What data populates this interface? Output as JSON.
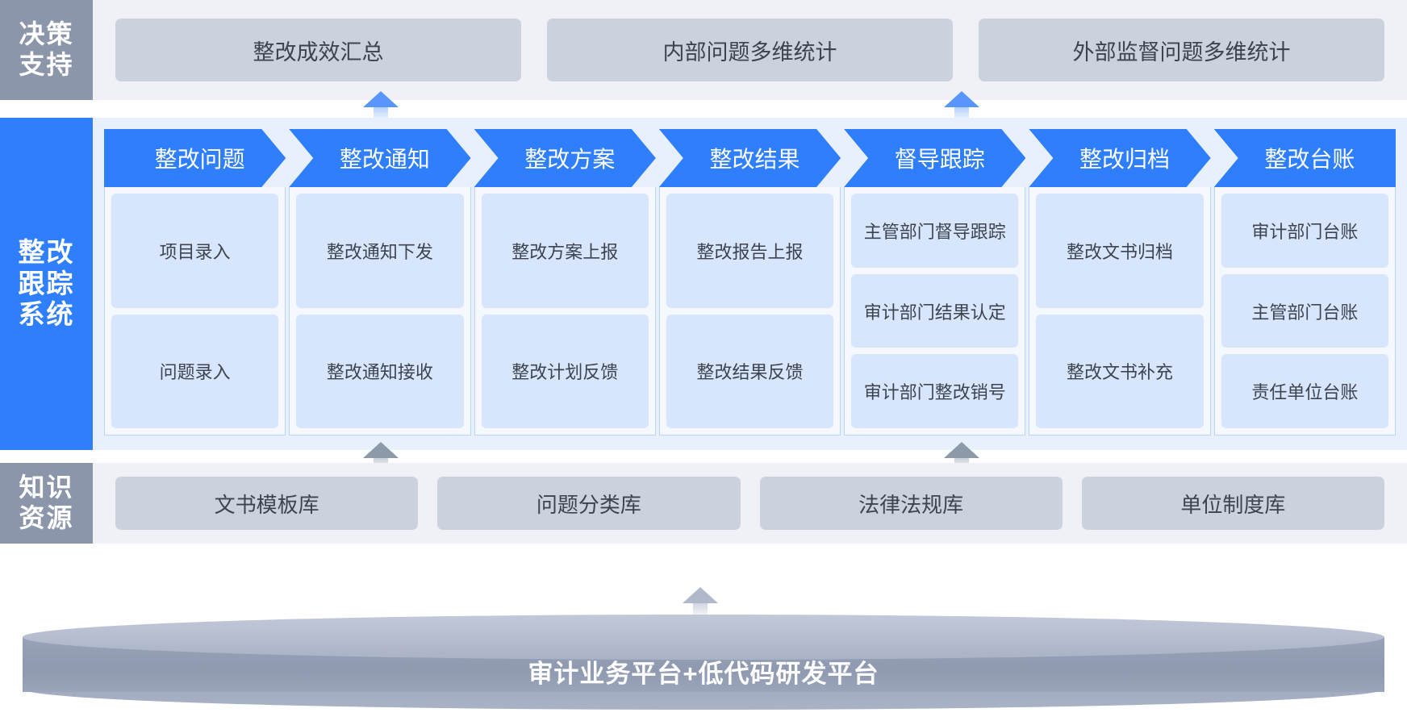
{
  "decision": {
    "label": "决策\n支持",
    "label_lines": [
      "决策",
      "支持"
    ],
    "cards": [
      {
        "label": "整改成效汇总"
      },
      {
        "label": "内部问题多维统计"
      },
      {
        "label": "外部监督问题多维统计"
      }
    ]
  },
  "process": {
    "label_lines": [
      "整改",
      "跟踪",
      "系统"
    ],
    "stages": [
      {
        "title": "整改问题",
        "items": [
          "项目录入",
          "问题录入"
        ]
      },
      {
        "title": "整改通知",
        "items": [
          "整改通知下发",
          "整改通知接收"
        ]
      },
      {
        "title": "整改方案",
        "items": [
          "整改方案上报",
          "整改计划反馈"
        ]
      },
      {
        "title": "整改结果",
        "items": [
          "整改报告上报",
          "整改结果反馈"
        ]
      },
      {
        "title": "督导跟踪",
        "items": [
          "主管部门督导跟踪",
          "审计部门结果认定",
          "审计部门整改销号"
        ]
      },
      {
        "title": "整改归档",
        "items": [
          "整改文书归档",
          "整改文书补充"
        ]
      },
      {
        "title": "整改台账",
        "items": [
          "审计部门台账",
          "主管部门台账",
          "责任单位台账"
        ]
      }
    ]
  },
  "knowledge": {
    "label_lines": [
      "知识",
      "资源"
    ],
    "cards": [
      {
        "label": "文书模板库"
      },
      {
        "label": "问题分类库"
      },
      {
        "label": "法律法规库"
      },
      {
        "label": "单位制度库"
      }
    ]
  },
  "platform": {
    "label": "审计业务平台+低代码研发平台"
  },
  "colors": {
    "brand_blue": "#2f7ffc",
    "band_gray": "#8c96aa",
    "card_gray": "#ccd2dd",
    "card_blue": "#d7e6fc",
    "panel_blue": "#e8f0fe",
    "panel_gray": "#eff1f6"
  }
}
